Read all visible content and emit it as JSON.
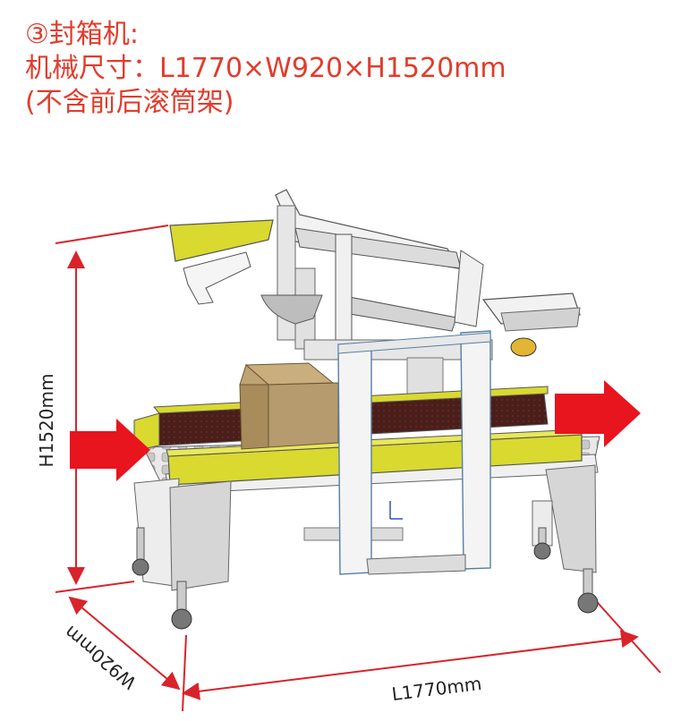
{
  "header": {
    "title": "③封箱机:",
    "dimensions": "机械尺寸：L1770×W920×H1520mm",
    "note": "(不含前后滚筒架)"
  },
  "dimension_labels": {
    "height": "H1520mm",
    "width": "W920mm",
    "length": "L1770mm"
  },
  "colors": {
    "accent_text": "#e23c2c",
    "dimension_line": "#d9232b",
    "arrow": "#e8141e",
    "belt_yellow": "#d9d930",
    "belt_dark": "#4a1e1a",
    "frame_light": "#f0f0f0",
    "frame_dark": "#bdbdbd",
    "carton": "#b59b6e"
  }
}
